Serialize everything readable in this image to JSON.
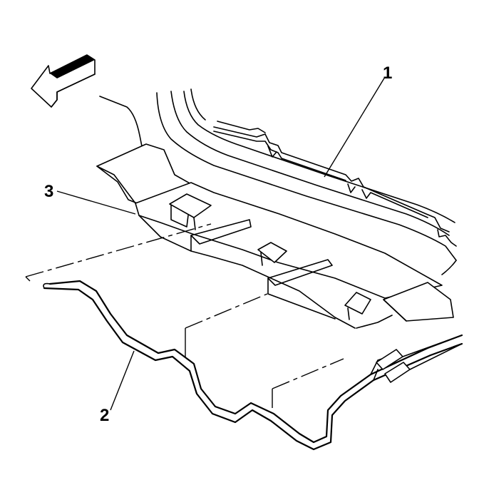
{
  "callouts": {
    "one": "1",
    "two": "2",
    "three": "3"
  },
  "icons": {
    "direction": "front-arrow-icon"
  }
}
